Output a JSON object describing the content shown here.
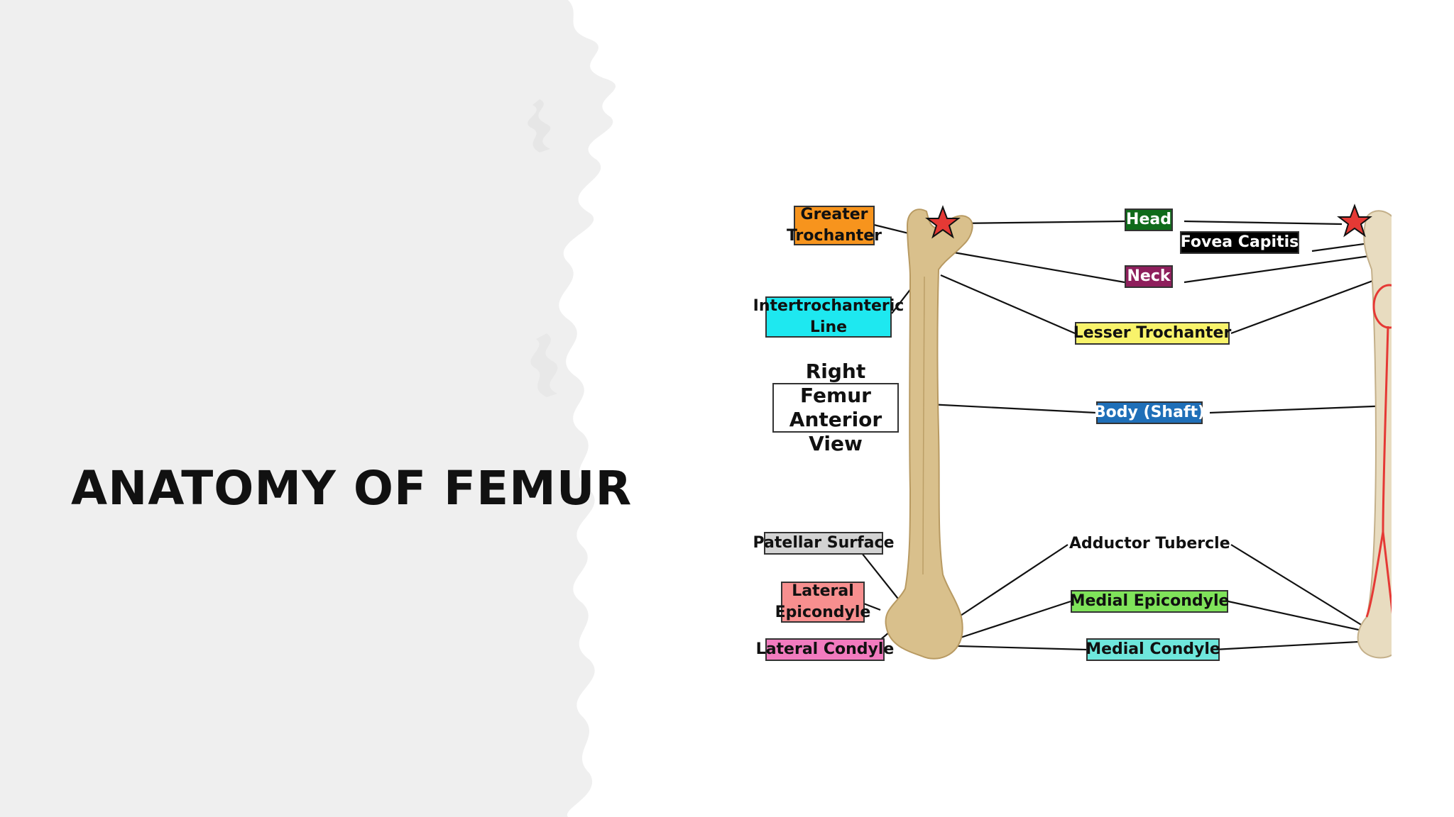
{
  "slide": {
    "title": "ANATOMY OF FEMUR",
    "colors": {
      "panel": "#efefef",
      "text": "#111111",
      "bone": "#d9c08c",
      "marker": "#e53935"
    }
  },
  "diagram": {
    "caption": {
      "line1": "Right Femur",
      "line2": "Anterior View"
    },
    "labels": {
      "greater_trochanter": {
        "line1": "Greater",
        "line2": "Trochanter",
        "color": "#f7941d"
      },
      "intertrochanteric_line": {
        "line1": "Intertrochanteric",
        "line2": "Line",
        "color": "#1ee8f0"
      },
      "patellar_surface": {
        "text": "Patellar Surface",
        "color": "#d3d3d3"
      },
      "lateral_epicondyle": {
        "line1": "Lateral",
        "line2": "Epicondyle",
        "color": "#f78f8f"
      },
      "lateral_condyle": {
        "text": "Lateral Condyle",
        "color": "#f27bbf"
      },
      "head": {
        "text": "Head",
        "color": "#0f6b1a"
      },
      "fovea_capitis": {
        "text": "Fovea Capitis",
        "color": "#000000"
      },
      "neck": {
        "text": "Neck",
        "color": "#8e1f5c"
      },
      "lesser_trochanter": {
        "text": "Lesser Trochanter",
        "color": "#f8f36b"
      },
      "body_shaft": {
        "text": "Body (Shaft)",
        "color": "#1f6fb8"
      },
      "adductor_tubercle": {
        "text": "Adductor Tubercle"
      },
      "medial_epicondyle": {
        "text": "Medial Epicondyle",
        "color": "#7fe35a"
      },
      "medial_condyle": {
        "text": "Medial Condyle",
        "color": "#6ee7dc"
      }
    }
  }
}
